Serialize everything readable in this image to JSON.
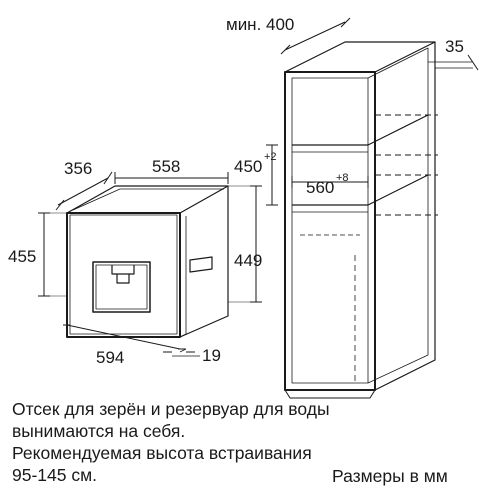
{
  "dimensions": {
    "appliance_depth": "356",
    "appliance_width": "558",
    "appliance_height": "455",
    "niche_height": "449",
    "front_width": "594",
    "front_depth": "19",
    "cabinet_min_width": "мин. 400",
    "cabinet_depth_offset": "35",
    "niche_height_upper": "450",
    "niche_height_upper_tol": "+2",
    "niche_width": "560",
    "niche_width_tol": "+8"
  },
  "caption": {
    "line1": "Отсек для зерён и резервуар для воды",
    "line2": "вынимаются на себя.",
    "line3": "Рекомендуемая высота встраивания",
    "line4": "95-145 см."
  },
  "units_note": "Размеры в мм"
}
